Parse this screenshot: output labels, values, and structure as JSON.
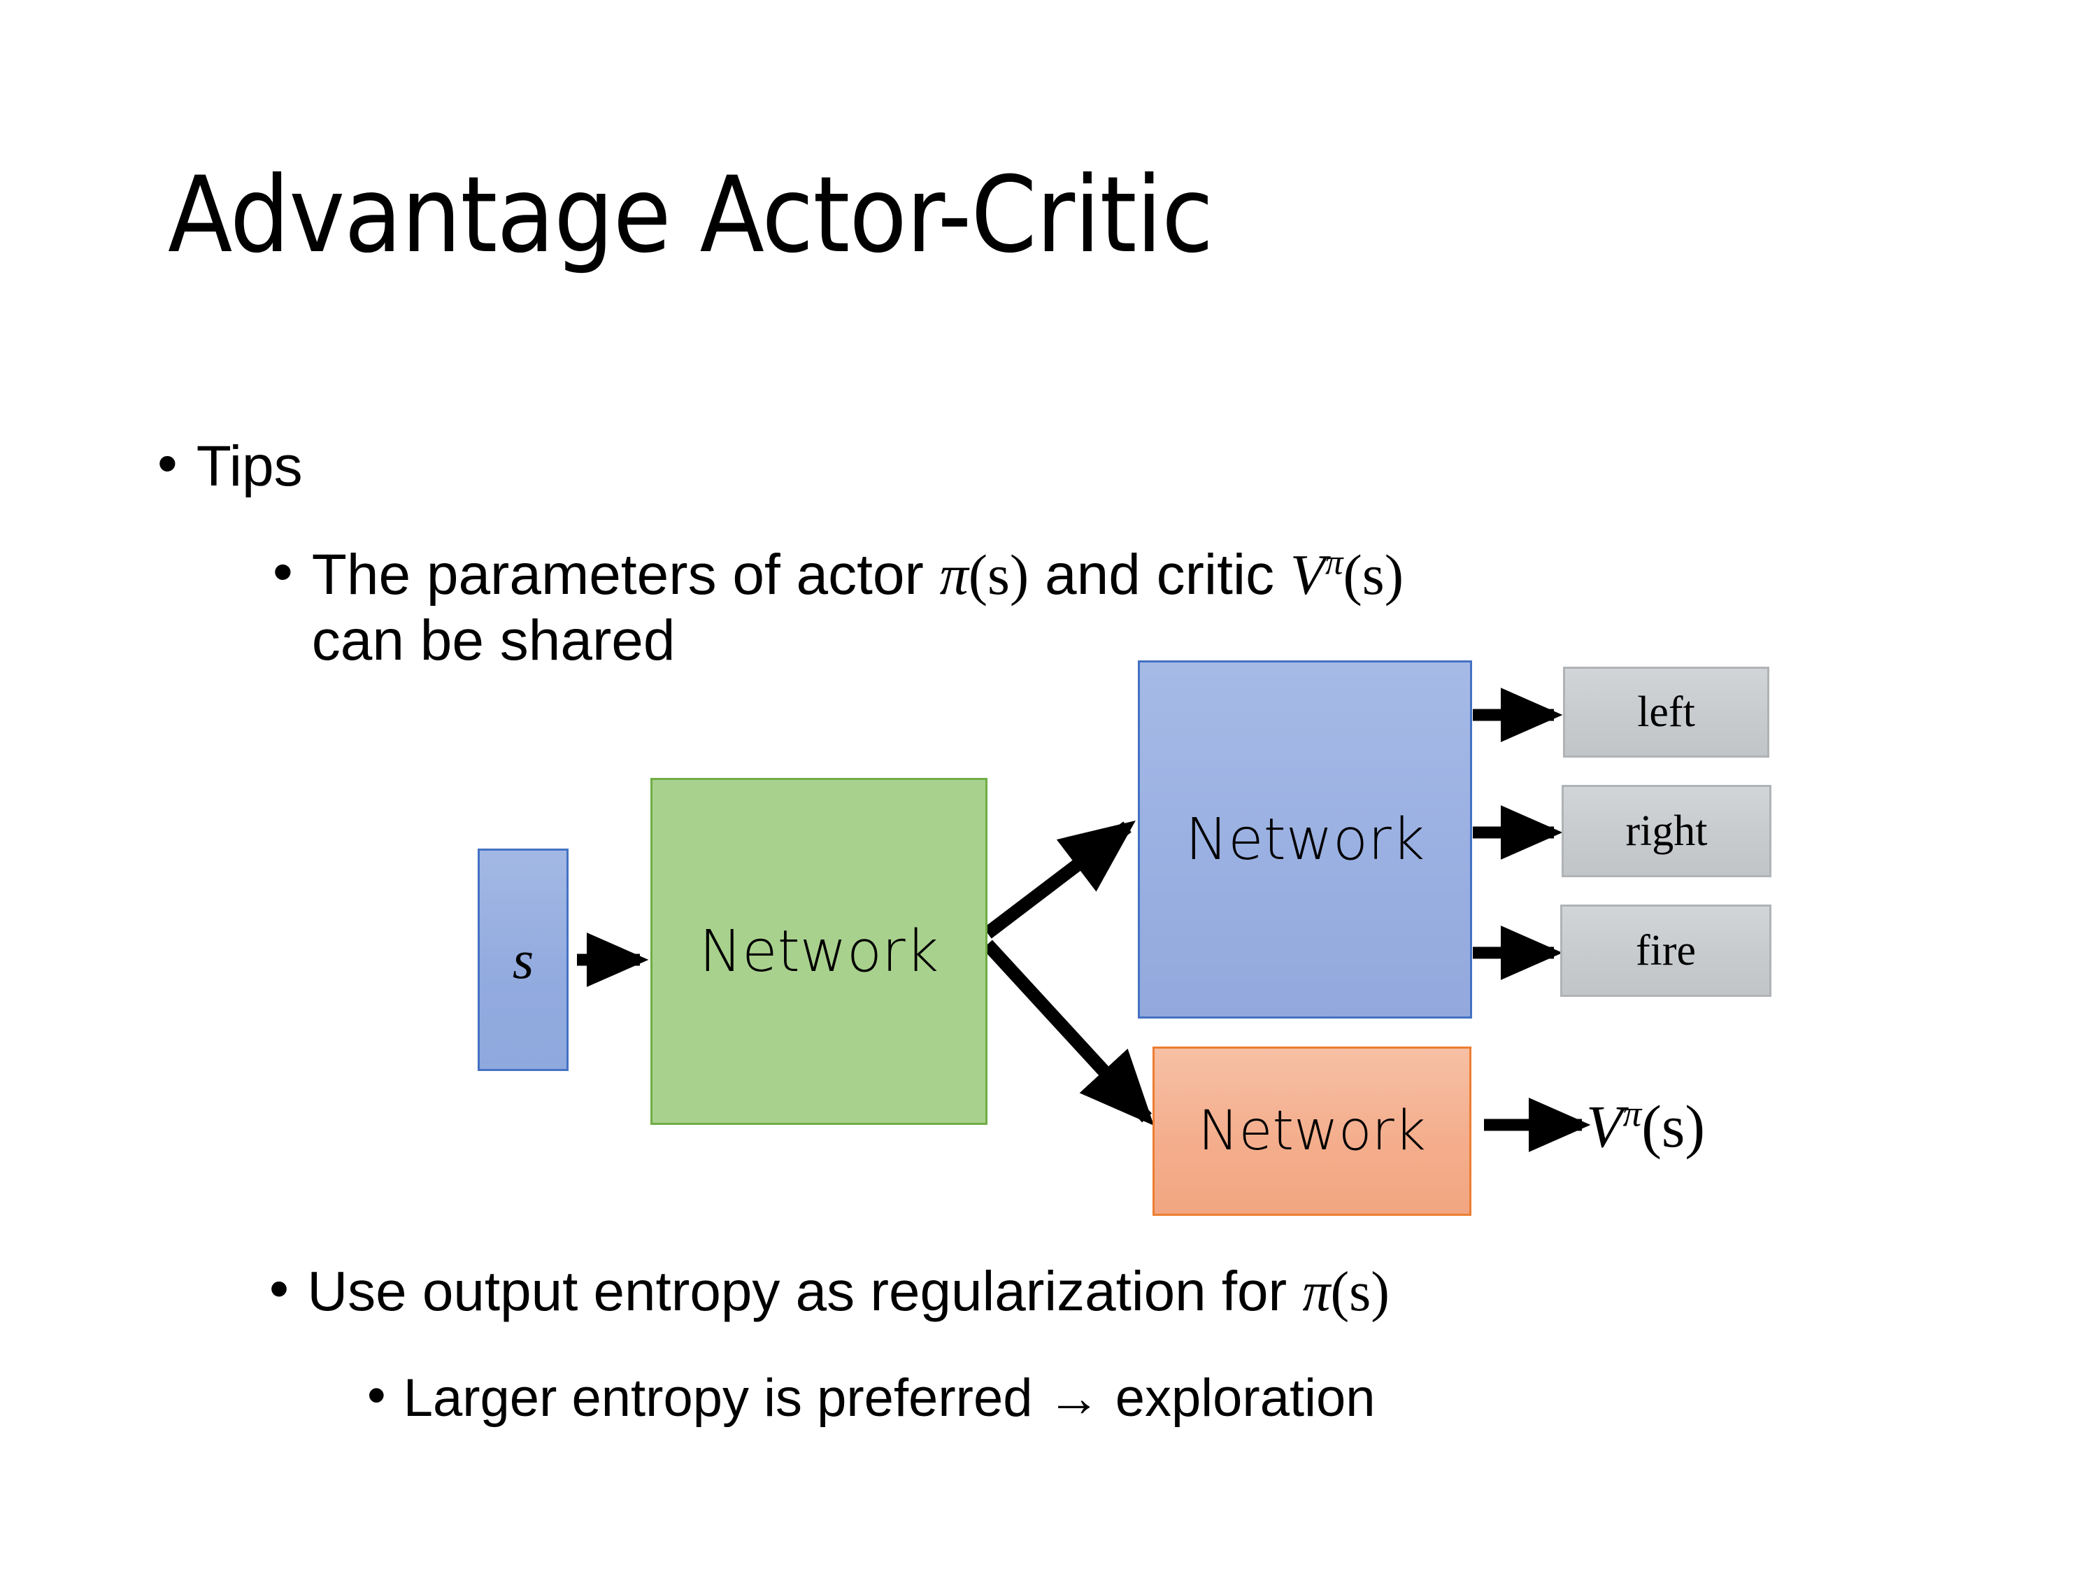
{
  "slide": {
    "title": "Advantage Actor-Critic",
    "background_color": "#ffffff",
    "text_color": "#000000"
  },
  "bullets": {
    "tips": {
      "marker": "•",
      "text": "Tips"
    },
    "shared": {
      "marker": "•",
      "text_before_pi": "The parameters of actor ",
      "pi_symbol": "π",
      "pi_arg": "(s)",
      "text_middle": "  and critic ",
      "v_symbol": "V",
      "v_superscript": "π",
      "v_arg": "(s)",
      "line2": "can be shared",
      "full_text": "The parameters of actor π(s)  and critic Vπ(s) can be shared"
    },
    "entropy": {
      "marker": "•",
      "text_before_pi": "Use output entropy as regularization for ",
      "pi_symbol": "π",
      "pi_arg": "(s)",
      "full_text": "Use output entropy as regularization for π(s)"
    },
    "larger": {
      "marker": "•",
      "text": "Larger entropy is preferred → exploration"
    }
  },
  "diagram": {
    "state_box": {
      "label": "s",
      "fill": "#93abdf",
      "border": "#4472c4"
    },
    "shared_network": {
      "label": "Network",
      "fill": "#a9d18e",
      "border": "#70ad47"
    },
    "actor_network": {
      "label": "Network",
      "fill": "#9bb1e2",
      "border": "#4472c4"
    },
    "critic_network": {
      "label": "Network",
      "fill": "#f4ae8d",
      "border": "#ed7d31"
    },
    "actions": [
      {
        "label": "left",
        "fill": "#c8cbce",
        "border": "#b0b3b6"
      },
      {
        "label": "right",
        "fill": "#c8cbce",
        "border": "#b0b3b6"
      },
      {
        "label": "fire",
        "fill": "#c8cbce",
        "border": "#b0b3b6"
      }
    ],
    "value_output": {
      "symbol": "V",
      "superscript": "π",
      "arg": "(s)",
      "full_text": "Vπ(s)"
    },
    "arrows": [
      {
        "name": "state-to-shared",
        "from": "state_box",
        "to": "shared_network"
      },
      {
        "name": "shared-to-actor",
        "from": "shared_network",
        "to": "actor_network"
      },
      {
        "name": "shared-to-critic",
        "from": "shared_network",
        "to": "critic_network"
      },
      {
        "name": "actor-to-left",
        "from": "actor_network",
        "to": "left"
      },
      {
        "name": "actor-to-right",
        "from": "actor_network",
        "to": "right"
      },
      {
        "name": "actor-to-fire",
        "from": "actor_network",
        "to": "fire"
      },
      {
        "name": "critic-to-value",
        "from": "critic_network",
        "to": "value_output"
      }
    ],
    "arrow_color": "#000000"
  }
}
